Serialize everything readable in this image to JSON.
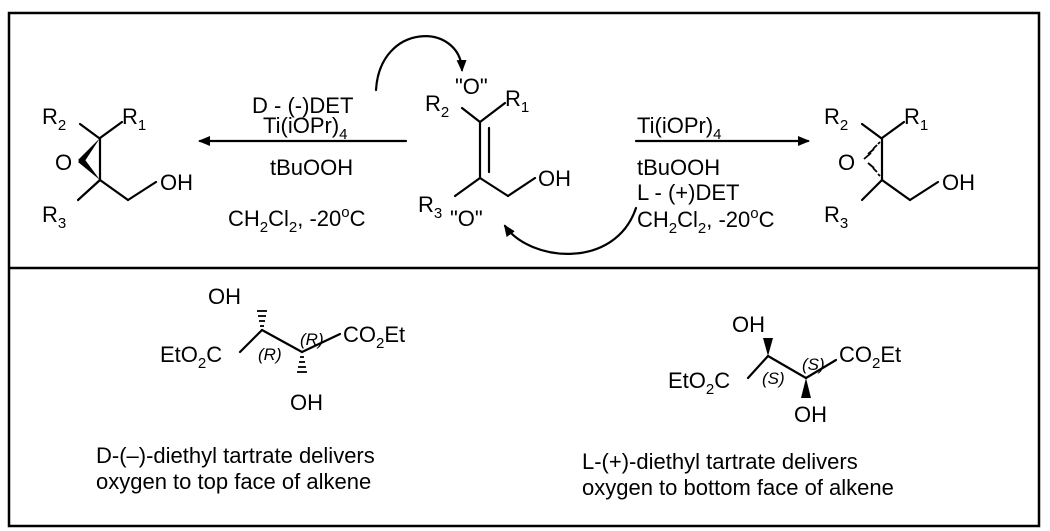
{
  "top": {
    "left_reagents": {
      "line1": "D - (-)DET",
      "line2_main": "Ti(iOPr)",
      "line2_sub": "4",
      "line3": "tBuOOH",
      "line4_a": "CH",
      "line4_b": "Cl",
      "line4_c": ", -20",
      "line4_d": "C",
      "sub2": "2",
      "sup_o": "o"
    },
    "right_reagents": {
      "line1_main": "Ti(iOPr)",
      "line1_sub": "4",
      "line2": "tBuOOH",
      "line3": "L - (+)DET",
      "line4_a": "CH",
      "line4_b": "Cl",
      "line4_c": ", -20",
      "line4_d": "C",
      "sub2": "2",
      "sup_o": "o"
    },
    "alkene": {
      "r1": "R",
      "r2": "R",
      "r3": "R",
      "n1": "1",
      "n2": "2",
      "n3": "3",
      "oh": "OH",
      "oxygen_top": "\"O\"",
      "oxygen_bottom": "\"O\""
    },
    "left_epoxide": {
      "r1": "R",
      "n1": "1",
      "r2": "R",
      "n2": "2",
      "r3": "R",
      "n3": "3",
      "o": "O",
      "oh": "OH"
    },
    "right_epoxide": {
      "r1": "R",
      "n1": "1",
      "r2": "R",
      "n2": "2",
      "r3": "R",
      "n3": "3",
      "o": "O",
      "oh": "OH"
    }
  },
  "bottom": {
    "d_tartrate": {
      "oh_top": "OH",
      "oh_bottom": "OH",
      "eto2c_a": "EtO",
      "eto2c_sub": "2",
      "eto2c_b": "C",
      "co2et_a": "CO",
      "co2et_sub": "2",
      "co2et_b": "Et",
      "stereo_left": "(R)",
      "stereo_right": "(R)",
      "caption_line1": "D-(–)-diethyl tartrate delivers",
      "caption_line2": "oxygen to top face of alkene"
    },
    "l_tartrate": {
      "oh_top": "OH",
      "oh_bottom": "OH",
      "eto2c_a": "EtO",
      "eto2c_sub": "2",
      "eto2c_b": "C",
      "co2et_a": "CO",
      "co2et_sub": "2",
      "co2et_b": "Et",
      "stereo_left": "(S)",
      "stereo_right": "(S)",
      "caption_line1": "L-(+)-diethyl tartrate delivers",
      "caption_line2": "oxygen to bottom face of alkene"
    }
  }
}
